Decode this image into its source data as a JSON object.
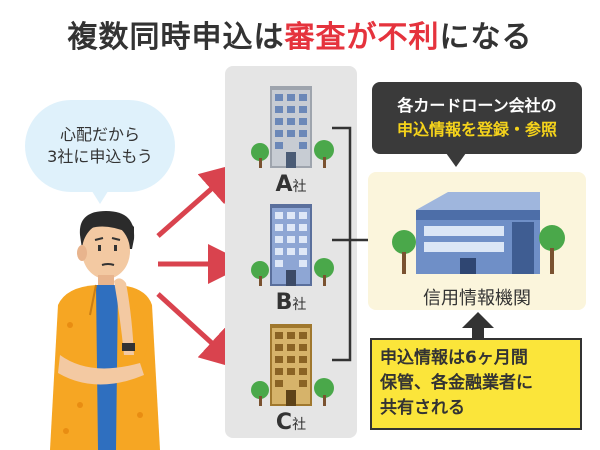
{
  "title": {
    "part1": "複数同時申込は",
    "part2": "審査が不利",
    "part3": "になる"
  },
  "thought": {
    "line1": "心配だから",
    "line2": "3社に申込もう"
  },
  "companies": [
    {
      "letter": "A",
      "suffix": "社"
    },
    {
      "letter": "B",
      "suffix": "社"
    },
    {
      "letter": "C",
      "suffix": "社"
    }
  ],
  "callout": {
    "line1": "各カードローン会社の",
    "line2": "申込情報を登録・参照"
  },
  "bureau": {
    "label": "信用情報機関"
  },
  "note": {
    "line1": "申込情報は6ヶ月間",
    "line2": "保管、各金融業者に",
    "line3": "共有される"
  },
  "colors": {
    "accent_red": "#e5333d",
    "arrow_red": "#d9434e",
    "bubble_blue": "#dff1fb",
    "column_gray": "#e5e5e5",
    "callout_dark": "#3a3a3a",
    "callout_yellow": "#f5d31b",
    "bureau_bg": "#fbf5dc",
    "note_yellow": "#fbe53a"
  }
}
